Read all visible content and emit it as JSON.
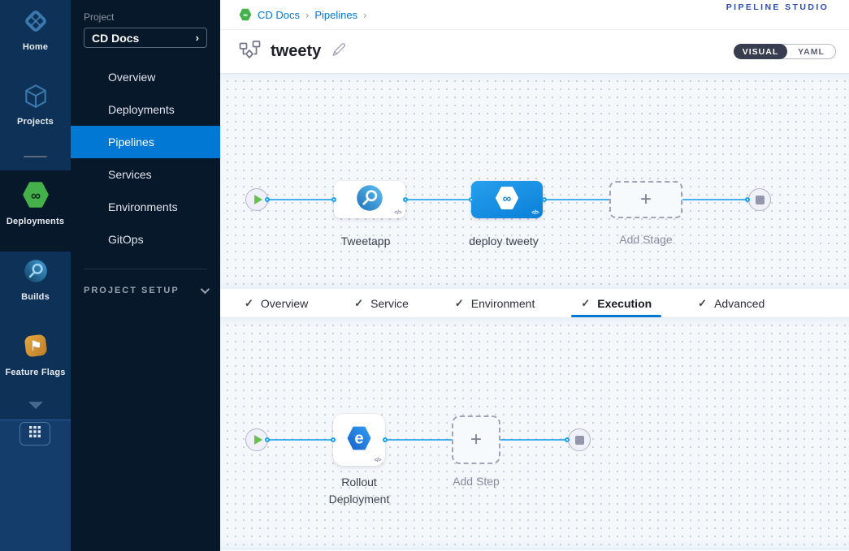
{
  "colors": {
    "accent": "#0278d5",
    "connector": "#46b0f2",
    "selected_stage": "#0e86db",
    "cd_green": "#43b049",
    "badge_text": "#2d4fb2",
    "sidebar_bg": "#07182b",
    "rail_bg": "#0d3157"
  },
  "icons": {
    "infinity": "∞",
    "flag": "⚑",
    "plus": "+",
    "check": "✓",
    "code": "</>",
    "chevron_right": "›"
  },
  "rail": {
    "items": [
      {
        "label": "Home"
      },
      {
        "label": "Projects"
      },
      {
        "label": "Deployments"
      },
      {
        "label": "Builds"
      },
      {
        "label": "Feature Flags"
      }
    ]
  },
  "sidebar": {
    "project_label": "Project",
    "project_value": "CD Docs",
    "items": [
      {
        "label": "Overview"
      },
      {
        "label": "Deployments"
      },
      {
        "label": "Pipelines"
      },
      {
        "label": "Services"
      },
      {
        "label": "Environments"
      },
      {
        "label": "GitOps"
      }
    ],
    "selected_item": "Pipelines",
    "project_setup_label": "PROJECT SETUP"
  },
  "header": {
    "breadcrumb": {
      "crumbs": [
        {
          "label": "CD Docs"
        },
        {
          "label": "Pipelines"
        }
      ]
    },
    "studio_badge": "PIPELINE STUDIO",
    "pipeline_title": "tweety",
    "view_toggle": {
      "visual": "VISUAL",
      "yaml": "YAML",
      "selected": "VISUAL"
    }
  },
  "stage_canvas": {
    "stages": [
      {
        "name": "Tweetapp",
        "selected": false
      },
      {
        "name": "deploy tweety",
        "selected": true
      }
    ],
    "add_stage_label": "Add Stage"
  },
  "tabs": {
    "items": [
      {
        "label": "Overview",
        "active": false
      },
      {
        "label": "Service",
        "active": false
      },
      {
        "label": "Environment",
        "active": false
      },
      {
        "label": "Execution",
        "active": true
      },
      {
        "label": "Advanced",
        "active": false
      }
    ]
  },
  "execution_canvas": {
    "steps": [
      {
        "name_line1": "Rollout",
        "name_line2": "Deployment"
      }
    ],
    "add_step_label": "Add Step"
  }
}
